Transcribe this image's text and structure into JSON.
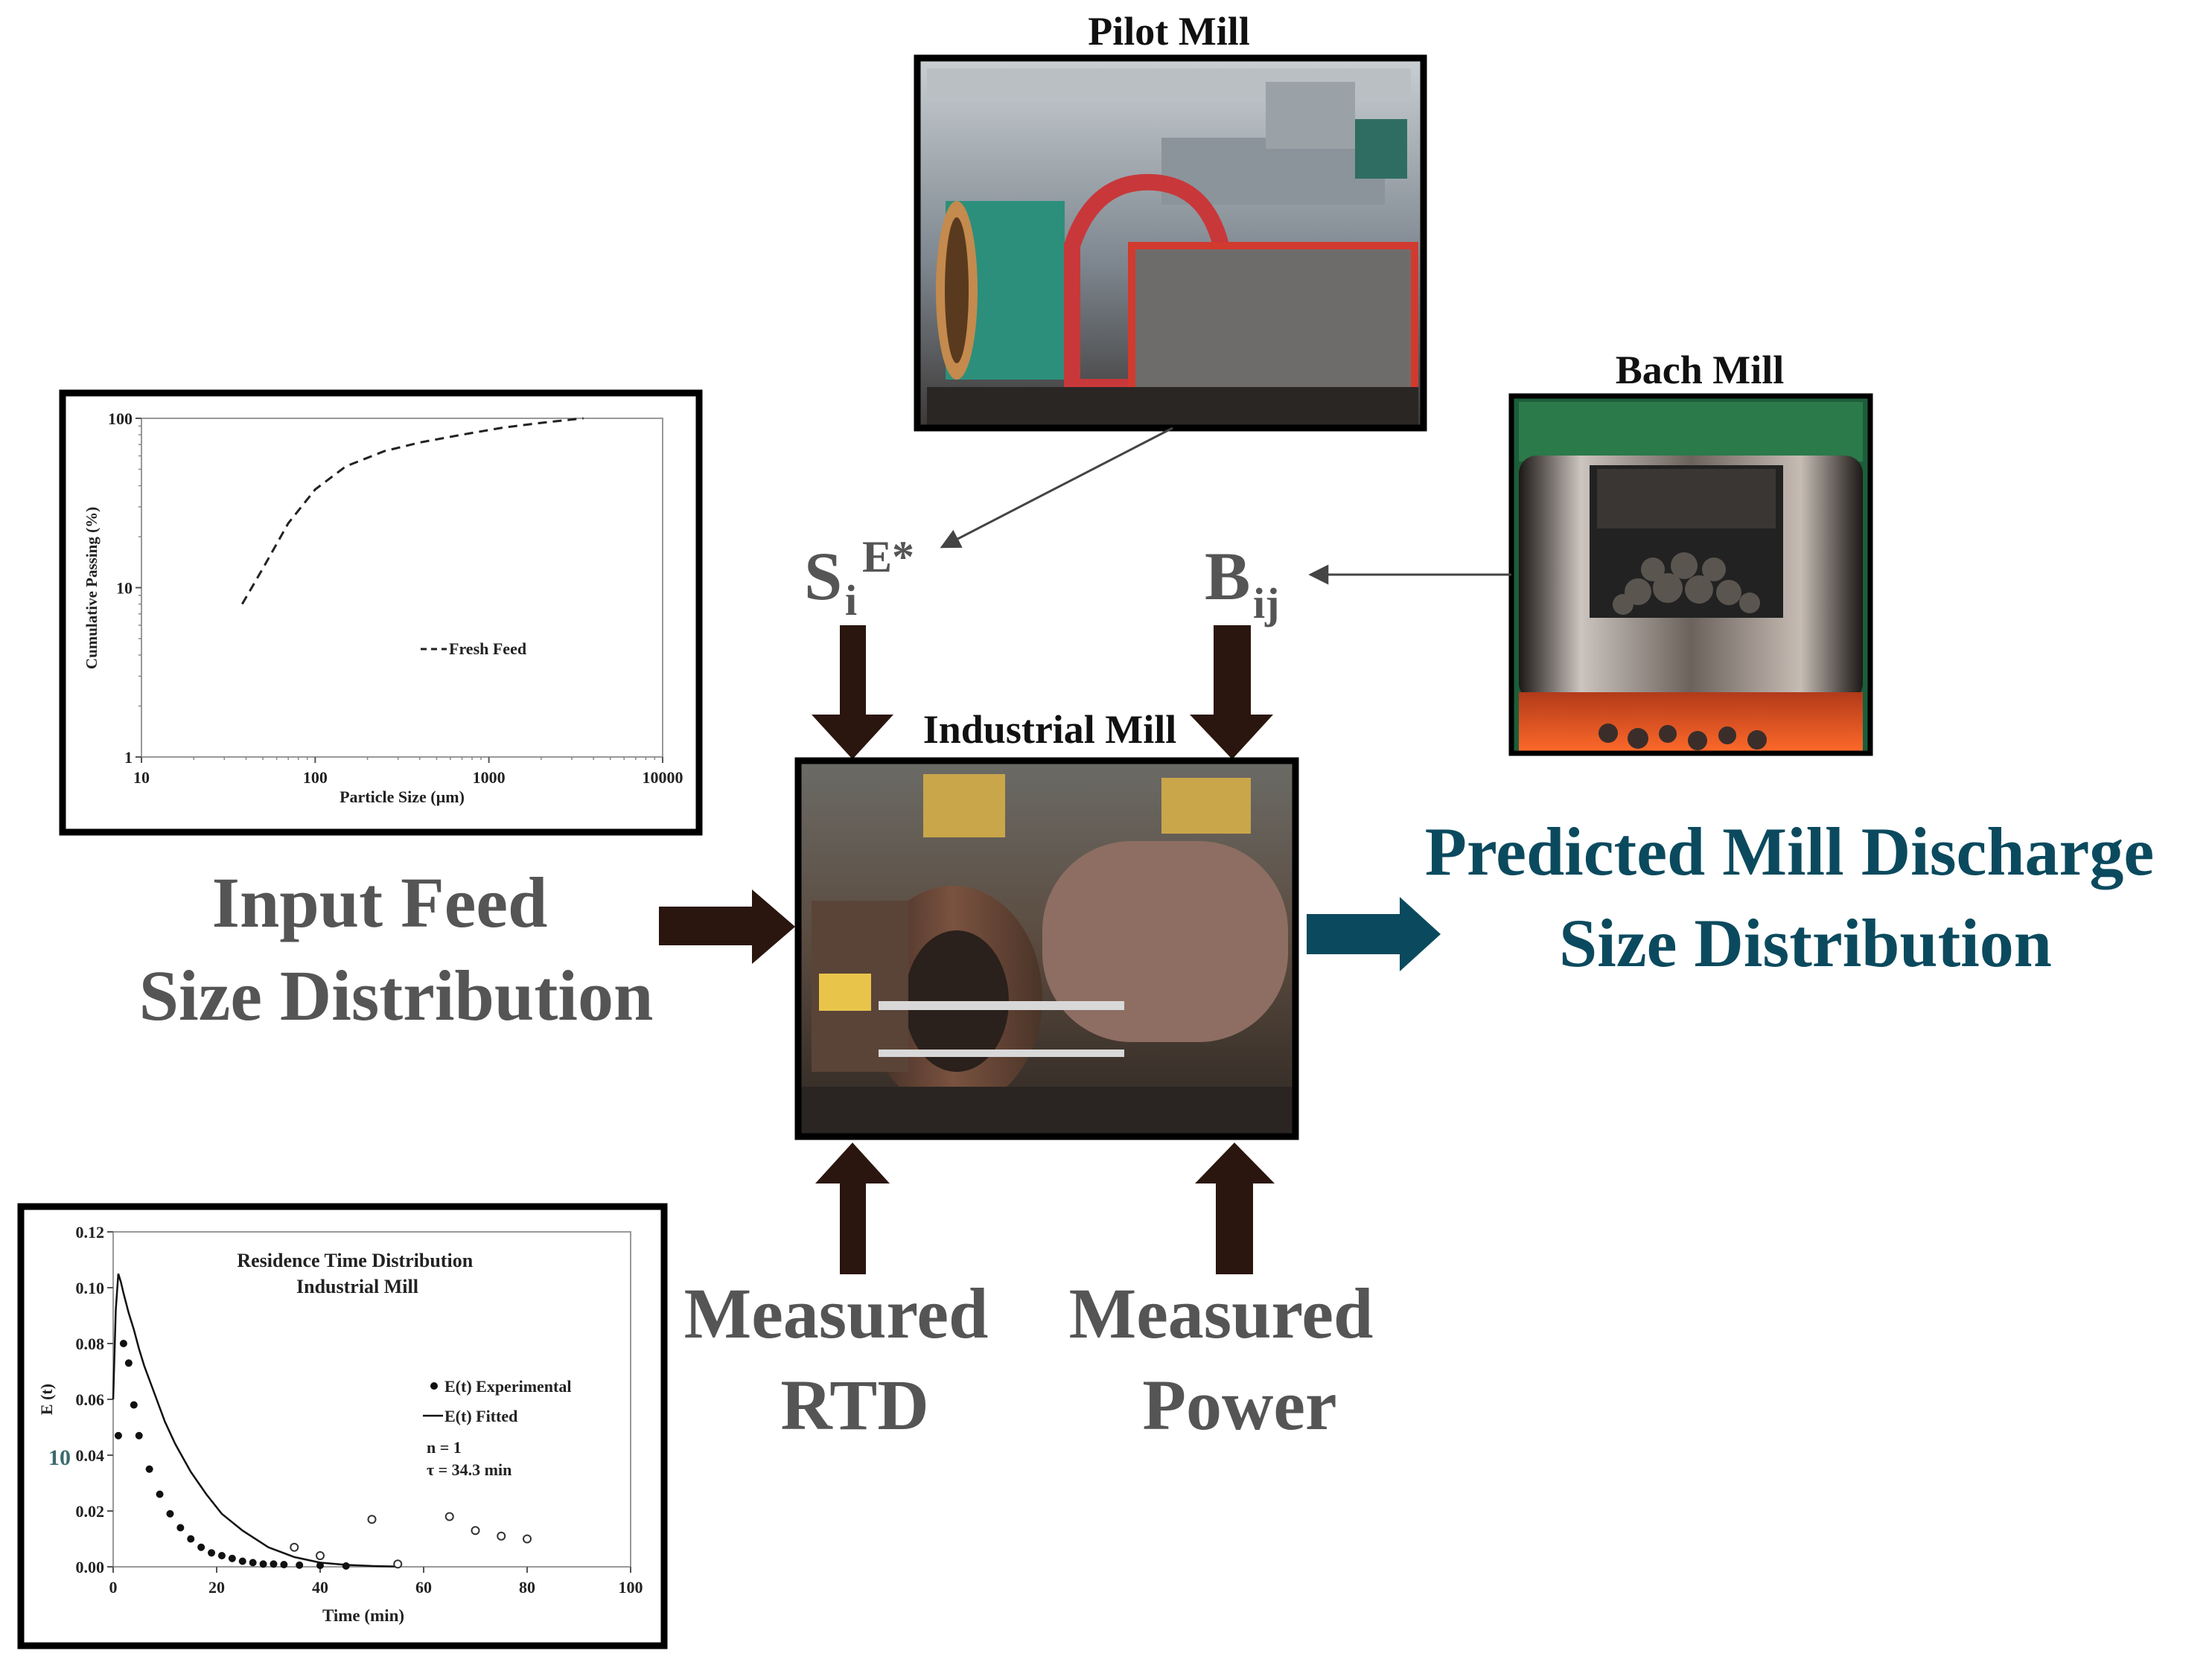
{
  "photos": {
    "pilot": {
      "title": "Pilot Mill"
    },
    "batch": {
      "title": "Bach Mill"
    },
    "industrial": {
      "title": "Industrial Mill"
    }
  },
  "params": {
    "selection": {
      "base": "S",
      "sub": "i",
      "sup": "E*"
    },
    "breakage": {
      "base": "B",
      "sub": "ij"
    }
  },
  "labels": {
    "input_line1": "Input Feed",
    "input_line2": "Size Distribution",
    "output_line1": "Predicted Mill Discharge",
    "output_line2": "Size Distribution",
    "rtd_line1": "Measured",
    "rtd_line2": "RTD",
    "power_line1": "Measured",
    "power_line2": "Power"
  },
  "colors": {
    "arrow_dark": "#2a160e",
    "arrow_teal": "#0b4a5e",
    "output_text": "#0b4a5e",
    "grey_text": "#555555"
  },
  "chart_data": [
    {
      "type": "line",
      "xlabel": "Particle Size (µm)",
      "ylabel": "Cumulative Passing (%)",
      "xscale": "log",
      "yscale": "log",
      "xlim": [
        10,
        10000
      ],
      "ylim": [
        1,
        100
      ],
      "xticks": [
        "10",
        "100",
        "1000",
        "10000"
      ],
      "yticks": [
        "1",
        "10",
        "100"
      ],
      "legend_position": "center-right",
      "series": [
        {
          "name": "Fresh Feed",
          "style": "dashed",
          "x": [
            38,
            50,
            70,
            100,
            150,
            250,
            400,
            700,
            1200,
            2000,
            3500
          ],
          "y": [
            8,
            13,
            24,
            38,
            52,
            64,
            72,
            80,
            88,
            94,
            100
          ]
        }
      ]
    },
    {
      "type": "scatter",
      "title_line1": "Residence Time Distribution",
      "title_line2": "Industrial Mill",
      "xlabel": "Time (min)",
      "ylabel": "E (t)",
      "xlim": [
        0,
        100
      ],
      "ylim": [
        0,
        0.12
      ],
      "xticks": [
        "0",
        "20",
        "40",
        "60",
        "80",
        "100"
      ],
      "yticks": [
        "0.00",
        "0.02",
        "0.04",
        "0.06",
        "0.08",
        "0.10",
        "0.12"
      ],
      "legend_position": "right",
      "annotation_line1": "n = 1",
      "annotation_line2": "τ = 34.3 min",
      "stray_label": "10",
      "series": [
        {
          "name": "E(t) Experimental",
          "marker": "filled",
          "x": [
            1,
            2,
            3,
            4,
            5,
            7,
            9,
            11,
            13,
            15,
            17,
            19,
            21,
            23,
            25,
            27,
            29,
            31,
            33,
            36,
            40,
            45
          ],
          "y": [
            0.047,
            0.08,
            0.073,
            0.058,
            0.047,
            0.035,
            0.026,
            0.019,
            0.014,
            0.01,
            0.007,
            0.005,
            0.004,
            0.003,
            0.002,
            0.0015,
            0.001,
            0.001,
            0.0008,
            0.0006,
            0.0005,
            0.0003
          ]
        },
        {
          "name": "",
          "marker": "open",
          "x": [
            35,
            40,
            50,
            55,
            65,
            70,
            75,
            80
          ],
          "y": [
            0.007,
            0.004,
            0.017,
            0.001,
            0.018,
            0.013,
            0.011,
            0.01
          ]
        },
        {
          "name": "E(t) Fitted",
          "style": "solid",
          "x": [
            0,
            0.5,
            1,
            1.5,
            2,
            3,
            4,
            5,
            6,
            8,
            10,
            12,
            15,
            18,
            21,
            25,
            30,
            35,
            40,
            45,
            50,
            55
          ],
          "y": [
            0.06,
            0.092,
            0.105,
            0.102,
            0.098,
            0.091,
            0.085,
            0.078,
            0.072,
            0.062,
            0.052,
            0.044,
            0.034,
            0.026,
            0.019,
            0.013,
            0.007,
            0.0035,
            0.0015,
            0.0007,
            0.0003,
            0.0001
          ]
        }
      ]
    }
  ]
}
